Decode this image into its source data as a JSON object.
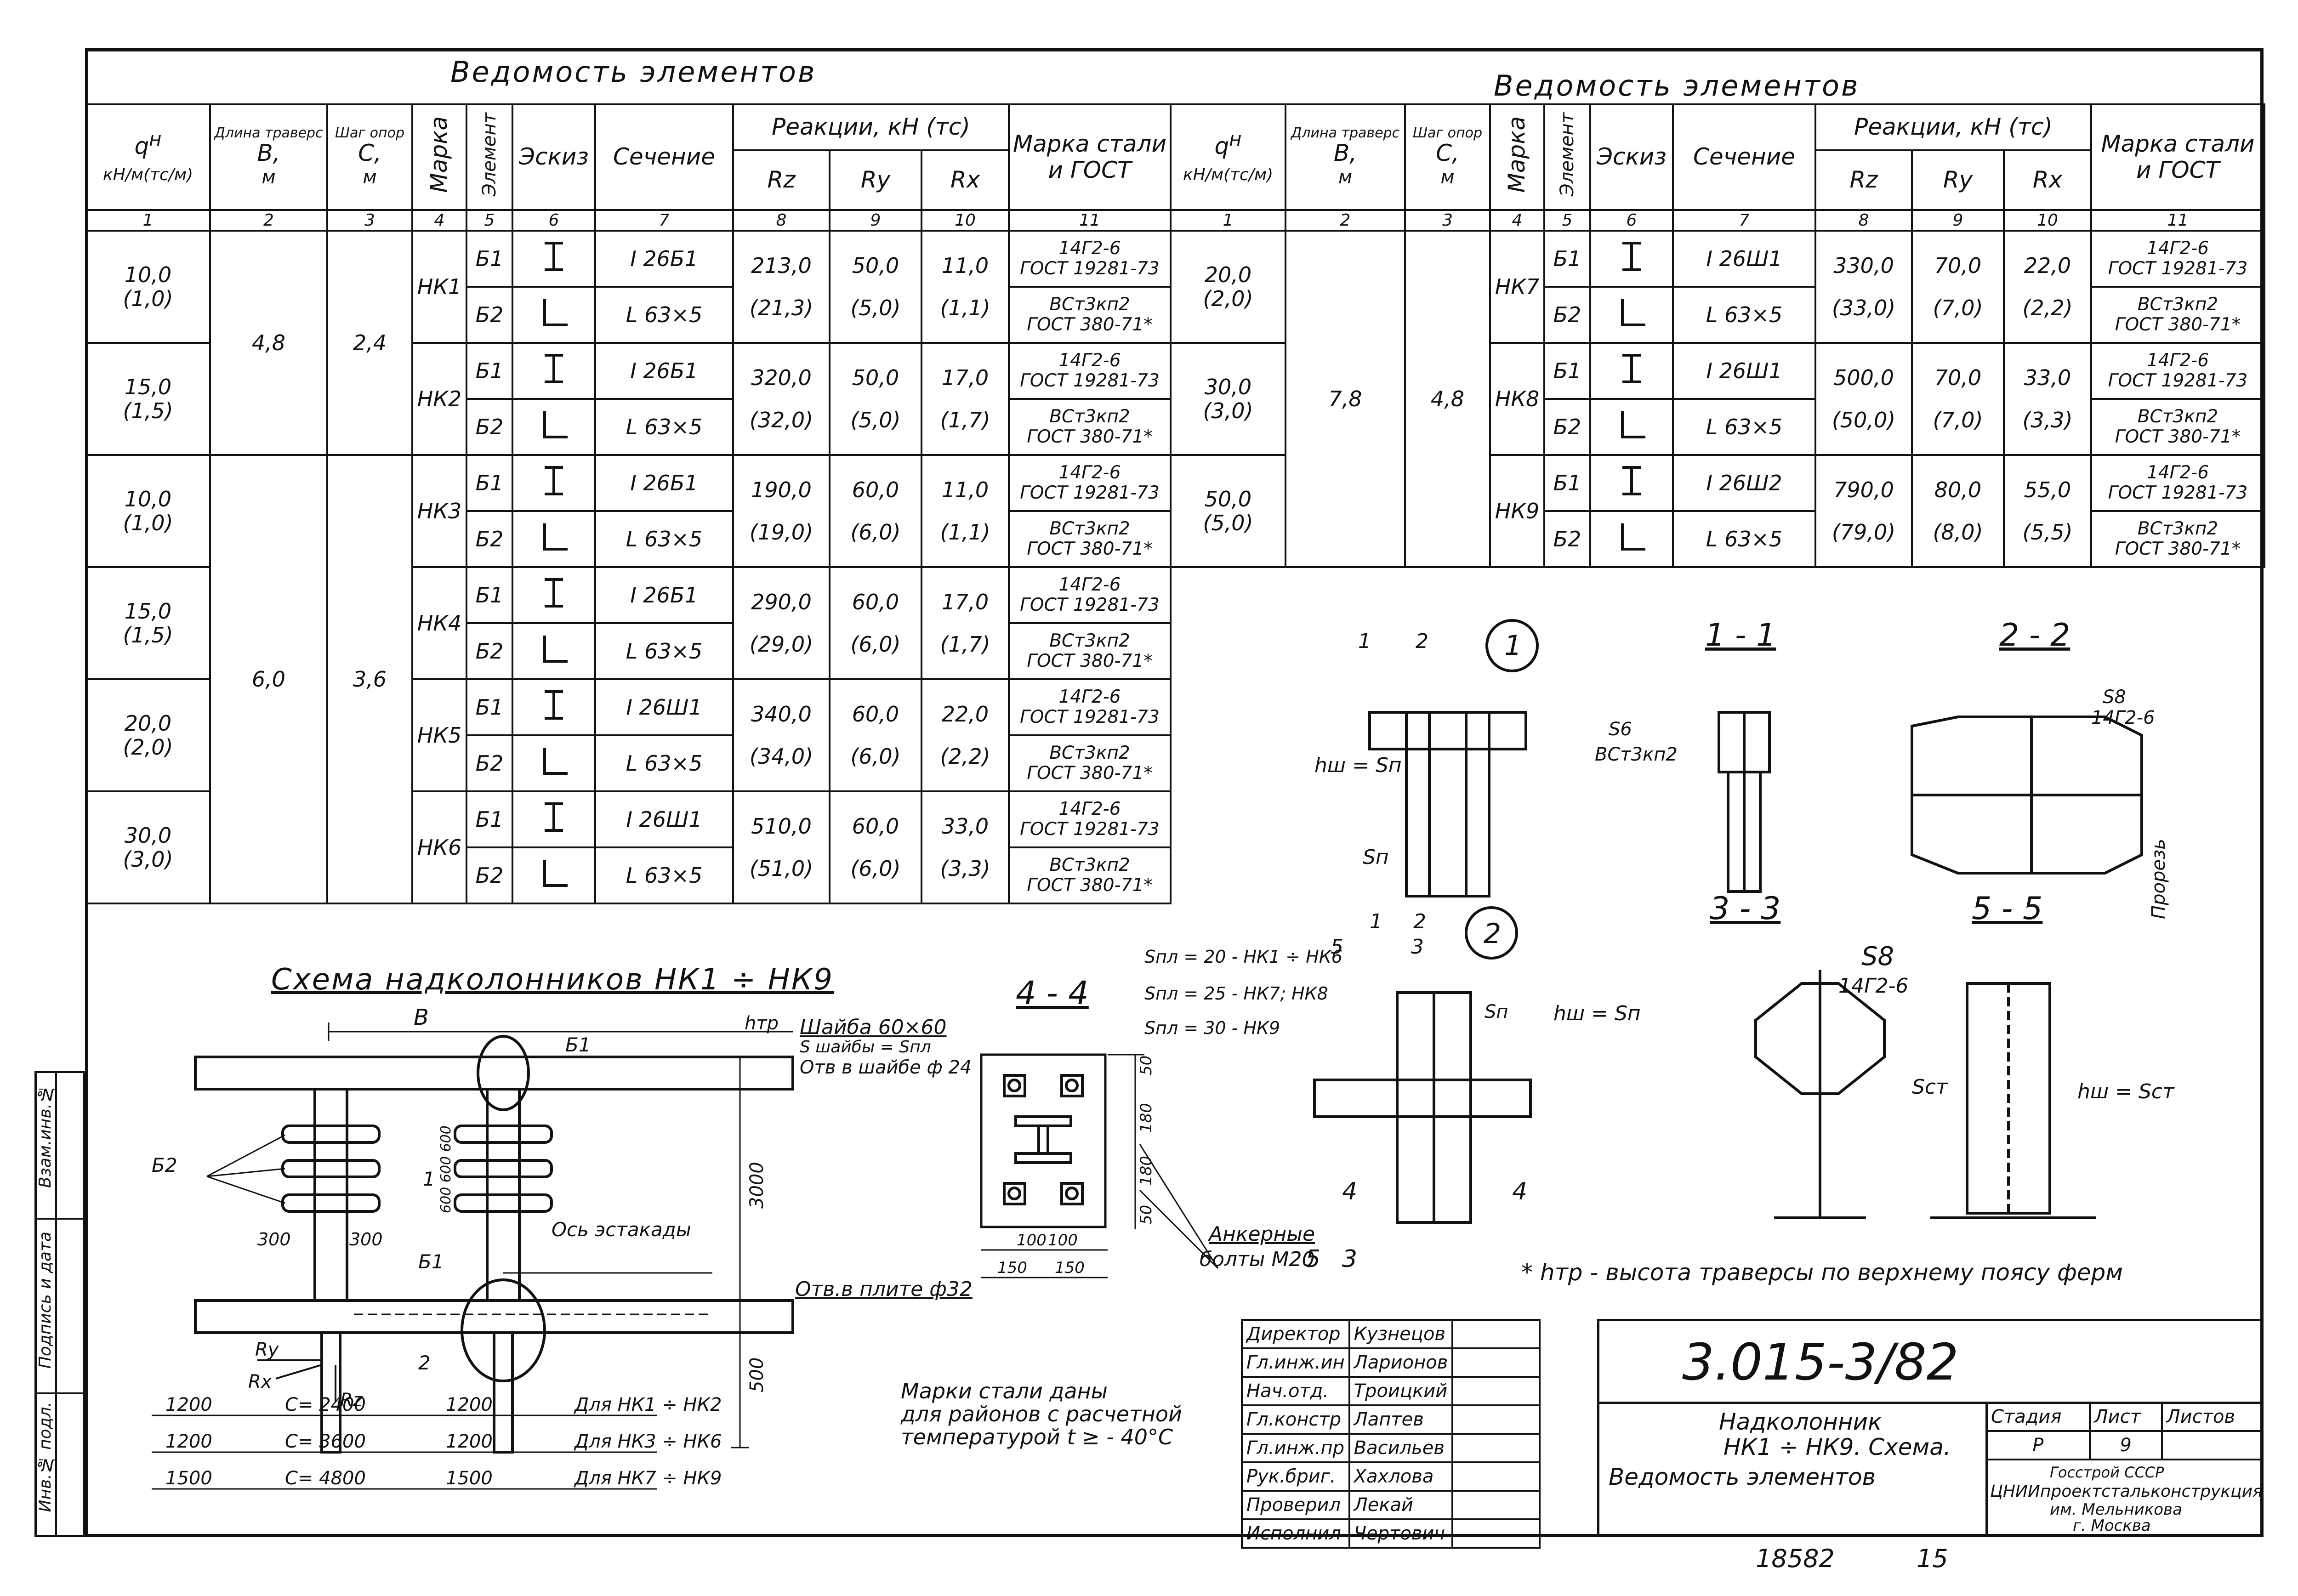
{
  "titles": {
    "left_table": "Ведомость элементов",
    "right_table": "Ведомость элементов"
  },
  "headers": {
    "q": "q",
    "q_sup": "н",
    "q_units": "кН/м(тс/м)",
    "length": "Длина траверс",
    "length_sym": "B,",
    "length_unit": "м",
    "step": "Шаг опор",
    "step_sym": "C,",
    "step_unit": "м",
    "mark": "Марка",
    "element": "Элемент",
    "sketch": "Эскиз",
    "section": "Сечение",
    "reactions": "Реакции, кН (тс)",
    "rz": "Rz",
    "ry": "Ry",
    "rx": "Rx",
    "steel": "Марка стали и ГОСТ"
  },
  "col_numbers": [
    "1",
    "2",
    "3",
    "4",
    "5",
    "6",
    "7",
    "8",
    "9",
    "10",
    "11"
  ],
  "left_rows": [
    {
      "q": "10,0",
      "q_tc": "(1,0)",
      "mark": "НК1",
      "e1": {
        "el": "Б1",
        "sec": "I 26Б1",
        "rz": "213,0",
        "ry": "50,0",
        "rx": "11,0",
        "steel1": "14Г2-6",
        "steel2": "ГОСТ 19281-73"
      },
      "e2": {
        "el": "Б2",
        "sec": "L 63×5",
        "rz": "(21,3)",
        "ry": "(5,0)",
        "rx": "(1,1)",
        "steel1": "ВСт3кп2",
        "steel2": "ГОСТ 380-71*"
      }
    },
    {
      "q": "15,0",
      "q_tc": "(1,5)",
      "mark": "НК2",
      "e1": {
        "el": "Б1",
        "sec": "I 26Б1",
        "rz": "320,0",
        "ry": "50,0",
        "rx": "17,0",
        "steel1": "14Г2-6",
        "steel2": "ГОСТ 19281-73"
      },
      "e2": {
        "el": "Б2",
        "sec": "L 63×5",
        "rz": "(32,0)",
        "ry": "(5,0)",
        "rx": "(1,7)",
        "steel1": "ВСт3кп2",
        "steel2": "ГОСТ 380-71*"
      }
    },
    {
      "q": "10,0",
      "q_tc": "(1,0)",
      "mark": "НК3",
      "e1": {
        "el": "Б1",
        "sec": "I 26Б1",
        "rz": "190,0",
        "ry": "60,0",
        "rx": "11,0",
        "steel1": "14Г2-6",
        "steel2": "ГОСТ 19281-73"
      },
      "e2": {
        "el": "Б2",
        "sec": "L 63×5",
        "rz": "(19,0)",
        "ry": "(6,0)",
        "rx": "(1,1)",
        "steel1": "ВСт3кп2",
        "steel2": "ГОСТ 380-71*"
      }
    },
    {
      "q": "15,0",
      "q_tc": "(1,5)",
      "mark": "НК4",
      "e1": {
        "el": "Б1",
        "sec": "I 26Б1",
        "rz": "290,0",
        "ry": "60,0",
        "rx": "17,0",
        "steel1": "14Г2-6",
        "steel2": "ГОСТ 19281-73"
      },
      "e2": {
        "el": "Б2",
        "sec": "L 63×5",
        "rz": "(29,0)",
        "ry": "(6,0)",
        "rx": "(1,7)",
        "steel1": "ВСт3кп2",
        "steel2": "ГОСТ 380-71*"
      }
    },
    {
      "q": "20,0",
      "q_tc": "(2,0)",
      "mark": "НК5",
      "e1": {
        "el": "Б1",
        "sec": "I 26Ш1",
        "rz": "340,0",
        "ry": "60,0",
        "rx": "22,0",
        "steel1": "14Г2-6",
        "steel2": "ГОСТ 19281-73"
      },
      "e2": {
        "el": "Б2",
        "sec": "L 63×5",
        "rz": "(34,0)",
        "ry": "(6,0)",
        "rx": "(2,2)",
        "steel1": "ВСт3кп2",
        "steel2": "ГОСТ 380-71*"
      }
    },
    {
      "q": "30,0",
      "q_tc": "(3,0)",
      "mark": "НК6",
      "e1": {
        "el": "Б1",
        "sec": "I 26Ш1",
        "rz": "510,0",
        "ry": "60,0",
        "rx": "33,0",
        "steel1": "14Г2-6",
        "steel2": "ГОСТ 19281-73"
      },
      "e2": {
        "el": "Б2",
        "sec": "L 63×5",
        "rz": "(51,0)",
        "ry": "(6,0)",
        "rx": "(3,3)",
        "steel1": "ВСт3кп2",
        "steel2": "ГОСТ 380-71*"
      }
    }
  ],
  "left_groups": [
    {
      "b": "4,8",
      "c": "2,4"
    },
    {
      "b": "6,0",
      "c": "3,6"
    }
  ],
  "right_rows": [
    {
      "q": "20,0",
      "q_tc": "(2,0)",
      "mark": "НК7",
      "e1": {
        "el": "Б1",
        "sec": "I 26Ш1",
        "rz": "330,0",
        "ry": "70,0",
        "rx": "22,0",
        "steel1": "14Г2-6",
        "steel2": "ГОСТ 19281-73"
      },
      "e2": {
        "el": "Б2",
        "sec": "L 63×5",
        "rz": "(33,0)",
        "ry": "(7,0)",
        "rx": "(2,2)",
        "steel1": "ВСт3кп2",
        "steel2": "ГОСТ 380-71*"
      }
    },
    {
      "q": "30,0",
      "q_tc": "(3,0)",
      "mark": "НК8",
      "e1": {
        "el": "Б1",
        "sec": "I 26Ш1",
        "rz": "500,0",
        "ry": "70,0",
        "rx": "33,0",
        "steel1": "14Г2-6",
        "steel2": "ГОСТ 19281-73"
      },
      "e2": {
        "el": "Б2",
        "sec": "L 63×5",
        "rz": "(50,0)",
        "ry": "(7,0)",
        "rx": "(3,3)",
        "steel1": "ВСт3кп2",
        "steel2": "ГОСТ 380-71*"
      }
    },
    {
      "q": "50,0",
      "q_tc": "(5,0)",
      "mark": "НК9",
      "e1": {
        "el": "Б1",
        "sec": "I 26Ш2",
        "rz": "790,0",
        "ry": "80,0",
        "rx": "55,0",
        "steel1": "14Г2-6",
        "steel2": "ГОСТ 19281-73"
      },
      "e2": {
        "el": "Б2",
        "sec": "L 63×5",
        "rz": "(79,0)",
        "ry": "(8,0)",
        "rx": "(5,5)",
        "steel1": "ВСт3кп2",
        "steel2": "ГОСТ 380-71*"
      }
    }
  ],
  "right_group": {
    "b": "7,8",
    "c": "4,8"
  },
  "scheme": {
    "title": "Схема надколонников НК1 ÷ НК9",
    "B": "B",
    "B1": "Б1",
    "B2": "Б2",
    "htr": "hтр",
    "dim_600": "600 600 600",
    "dim_3000": "3000",
    "dim_500": "500",
    "d300a": "300",
    "d300b": "300",
    "axis": "Ось эстакады",
    "n1": "1",
    "n2": "2",
    "Ry": "Ry",
    "Rx": "Rx",
    "Rz": "Rz",
    "rows": [
      {
        "a": "1200",
        "c": "C= 2400",
        "b": "1200",
        "for": "Для НК1 ÷ НК2"
      },
      {
        "a": "1200",
        "c": "C= 3600",
        "b": "1200",
        "for": "Для НК3 ÷ НК6"
      },
      {
        "a": "1500",
        "c": "C= 4800",
        "b": "1500",
        "for": "Для НК7 ÷ НК9"
      }
    ]
  },
  "sec44": {
    "title": "4 - 4",
    "washer1": "Шайба 60×60",
    "washer2": "S шайбы = Sпл",
    "washer3": "Отв в шайбе ф 24",
    "plate": "Отв.в плите ф32",
    "spl1": "Sпл = 20 - НК1 ÷ НК6",
    "spl2": "Sпл = 25 - НК7; НК8",
    "spl3": "Sпл = 30 - НК9",
    "bolts1": "Анкерные",
    "bolts2": "болты М20",
    "v50a": "50",
    "v180a": "180",
    "v180b": "180",
    "v50b": "50",
    "h100a": "100",
    "h100b": "100",
    "h150a": "150",
    "h150b": "150"
  },
  "details": {
    "node1": "1",
    "node2": "2",
    "d1": "1",
    "d2": "2",
    "d3": "3",
    "d5": "5",
    "hw_sp": "hш = Sп",
    "sp": "Sп",
    "sp2": "Sп",
    "hw_sp2": "hш = Sп",
    "s11": "1 - 1",
    "s6": "S6",
    "steel_s6": "ВСт3кп2",
    "s22": "2 - 2",
    "s8": "S8",
    "steel_s8": "14Г2-6",
    "cut": "Прорезь",
    "s33": "3 - 3",
    "s8b": "S8",
    "steel_s8b": "14Г2-6",
    "s55": "5 - 5",
    "sst": "Sст",
    "hw_sst": "hш = Sст",
    "cut4a": "4",
    "cut4b": "4",
    "cut5": "5",
    "cut3": "3"
  },
  "notes": {
    "htr": "* hтр - высота траверсы по верхнему поясу ферм",
    "steel1": "Марки стали даны",
    "steel2": "для районов с расчетной",
    "steel3": "температурой t ≥ - 40°C"
  },
  "stamp": {
    "code": "3.015-3/82",
    "people": [
      {
        "role": "Директор",
        "name": "Кузнецов"
      },
      {
        "role": "Гл.инж.ин",
        "name": "Ларионов"
      },
      {
        "role": "Нач.отд.",
        "name": "Троицкий"
      },
      {
        "role": "Гл.констр",
        "name": "Лаптев"
      },
      {
        "role": "Гл.инж.пр",
        "name": "Васильев"
      },
      {
        "role": "Рук.бриг.",
        "name": "Хахлова"
      },
      {
        "role": "Проверил",
        "name": "Лекай"
      },
      {
        "role": "Исполнил",
        "name": "Чертович"
      }
    ],
    "title1": "Надколонник",
    "title2": "НК1 ÷ НК9. Схема.",
    "title3": "Ведомость элементов",
    "stage_h": "Стадия",
    "sheet_h": "Лист",
    "sheets_h": "Листов",
    "stage": "Р",
    "sheet": "9",
    "org1": "Госстрой СССР",
    "org2": "ЦНИИпроектстальконструкция",
    "org3": "им. Мельникова",
    "org4": "г. Москва"
  },
  "side": {
    "inv": "Инв.№ подл.",
    "sign": "Подпись и дата",
    "inv2": "Взам.инв.№"
  },
  "footer": {
    "num": "18582",
    "page": "15"
  }
}
